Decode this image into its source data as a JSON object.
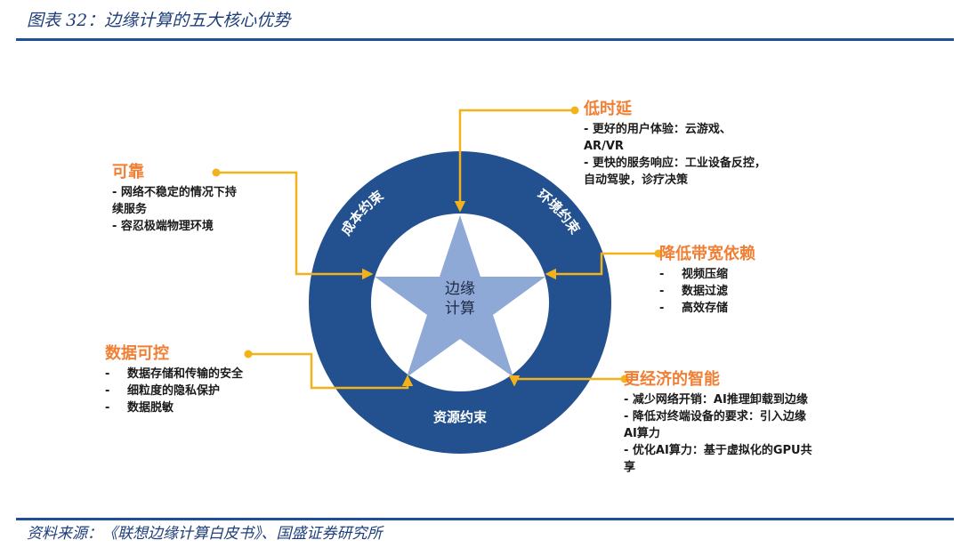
{
  "figure": {
    "title": "图表 32：边缘计算的五大核心优势",
    "source": "资料来源：《联想边缘计算白皮书》、国盛证券研究所"
  },
  "diagram": {
    "center": {
      "line1": "边缘",
      "line2": "计算"
    },
    "ring_labels": {
      "left": "成本约束",
      "right": "环境约束",
      "bottom": "资源约束"
    },
    "colors": {
      "ring": "#23508f",
      "star": "#8fa9d6",
      "connector": "#f2b21b",
      "heading": "#f07f34"
    }
  },
  "blocks": {
    "low_latency": {
      "title": "低时延",
      "items": [
        "- 更好的用户体验：云游戏、",
        "AR/VR",
        "- 更快的服务响应：工业设备反控，",
        "自动驾驶，诊疗决策"
      ]
    },
    "reliable": {
      "title": "可靠",
      "items": [
        "- 网络不稳定的情况下持",
        "续服务",
        "- 容忍极端物理环境"
      ]
    },
    "bandwidth": {
      "title": "降低带宽依赖",
      "items": [
        {
          "dash": "-",
          "text": "视频压缩"
        },
        {
          "dash": "-",
          "text": "数据过滤"
        },
        {
          "dash": "-",
          "text": "高效存储"
        }
      ]
    },
    "data_control": {
      "title": "数据可控",
      "items": [
        {
          "dash": "-",
          "text": "数据存储和传输的安全"
        },
        {
          "dash": "-",
          "text": "细粒度的隐私保护"
        },
        {
          "dash": "-",
          "text": "数据脱敏"
        }
      ]
    },
    "economical": {
      "title": "更经济的智能",
      "items": [
        "- 减少网络开销：AI推理卸载到边缘",
        "- 降低对终端设备的要求：引入边缘",
        "AI算力",
        "- 优化AI算力：基于虚拟化的GPU共",
        "享"
      ]
    }
  }
}
